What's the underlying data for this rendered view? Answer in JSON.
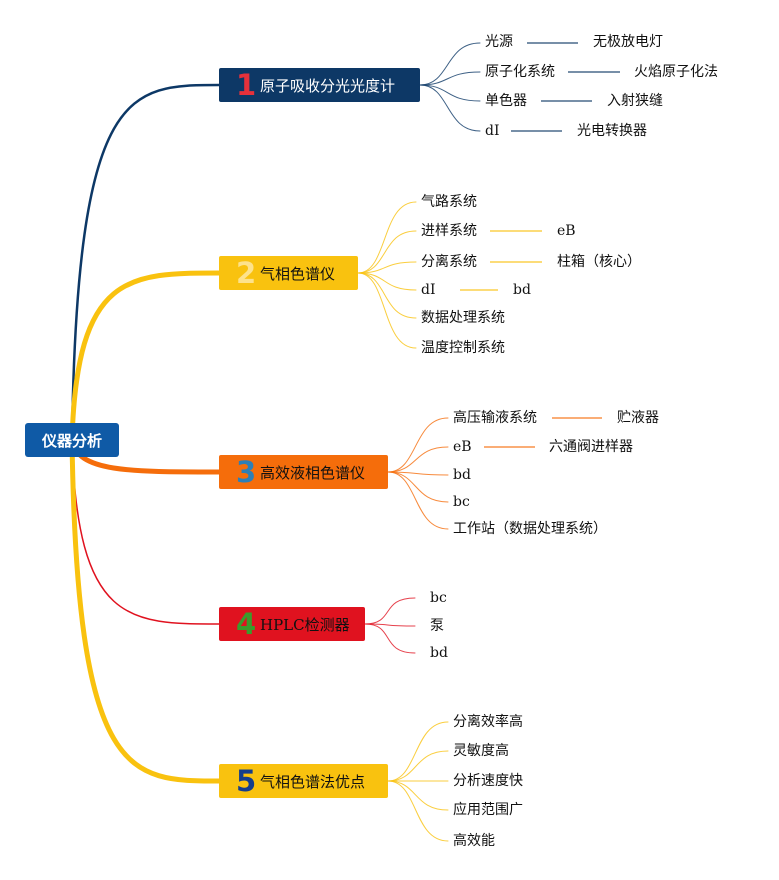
{
  "root": {
    "label": "仪器分析"
  },
  "branches": [
    {
      "num": "1",
      "label": "原子吸收分光光度计",
      "color": "#0d3866",
      "num_color": "#e6313b",
      "text_color": "#ffffff",
      "items": [
        {
          "label": "光源",
          "detail": "无极放电灯"
        },
        {
          "label": "原子化系统",
          "detail": "火焰原子化法"
        },
        {
          "label": "单色器",
          "detail": "入射狭缝"
        },
        {
          "label": "dI",
          "detail": "光电转换器"
        }
      ]
    },
    {
      "num": "2",
      "label": "气相色谱仪",
      "color": "#f9c20f",
      "num_color": "#fde28c",
      "text_color": "#111111",
      "items": [
        {
          "label": "气路系统"
        },
        {
          "label": "进样系统",
          "detail": "eB"
        },
        {
          "label": "分离系统",
          "detail": "柱箱（核心）"
        },
        {
          "label": "dI",
          "detail": "bd"
        },
        {
          "label": "数据处理系统"
        },
        {
          "label": "温度控制系统"
        }
      ]
    },
    {
      "num": "3",
      "label": "高效液相色谱仪",
      "color": "#f56d0b",
      "num_color": "#2e7fb6",
      "text_color": "#111111",
      "items": [
        {
          "label": "高压输液系统",
          "detail": "贮液器"
        },
        {
          "label": "eB",
          "detail": "六通阀进样器"
        },
        {
          "label": "bd"
        },
        {
          "label": "bc"
        },
        {
          "label": "工作站（数据处理系统）"
        }
      ]
    },
    {
      "num": "4",
      "label": "HPLC检测器",
      "color": "#e0121f",
      "num_color": "#3a9c2c",
      "text_color": "#111111",
      "items": [
        {
          "label": "bc"
        },
        {
          "label": "泵"
        },
        {
          "label": "bd"
        }
      ]
    },
    {
      "num": "5",
      "label": "气相色谱法优点",
      "color": "#f9c20f",
      "num_color": "#143d8c",
      "text_color": "#111111",
      "items": [
        {
          "label": "分离效率高"
        },
        {
          "label": "灵敏度高"
        },
        {
          "label": "分析速度快"
        },
        {
          "label": "应用范围广"
        },
        {
          "label": "高效能"
        }
      ]
    }
  ]
}
